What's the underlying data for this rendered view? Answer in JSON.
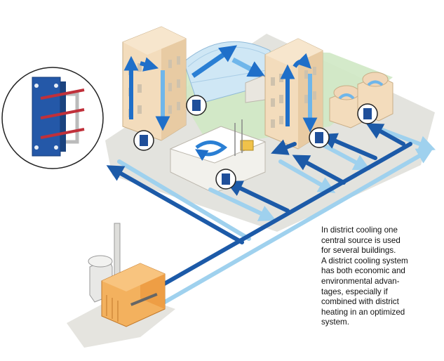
{
  "caption": {
    "lines": [
      "In district cooling one",
      "central source is used",
      "for several buildings.",
      "A district cooling system",
      "has both economic and",
      "environmental advan-",
      "tages, especially if",
      "combined with district",
      "heating in an optimized",
      "system."
    ]
  },
  "colors": {
    "supply_pipe": "#1c5aa8",
    "return_pipe": "#9fd1ee",
    "building_wall": "#f3dcbc",
    "plant_wall": "#f3b15e",
    "ground": "#e3e3de",
    "lawn": "#cfe8c4",
    "heat_exchanger": "#1f4f9a"
  },
  "icons": [
    "plate-heat-exchanger-icon",
    "circulation-arrow-icon",
    "flow-arrow-icon"
  ]
}
